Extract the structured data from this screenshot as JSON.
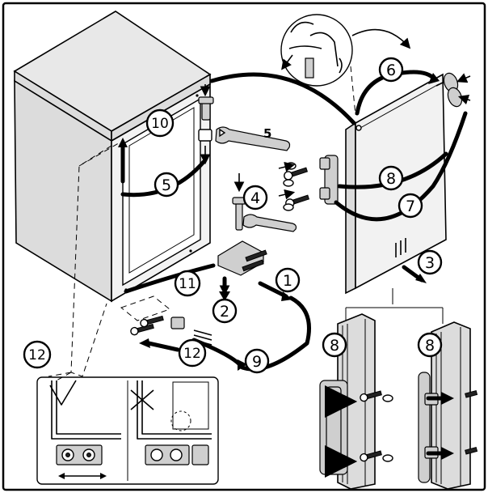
{
  "callouts": {
    "c1": "1",
    "c2": "2",
    "c3": "3",
    "c4": "4",
    "c5_cabinet": "5",
    "c6": "6",
    "c7": "7",
    "c8_door": "8",
    "c8_left": "8",
    "c8_right": "8",
    "c9": "9",
    "c10": "10",
    "c11": "11",
    "c12_inset": "12",
    "c12_bottom": "12"
  },
  "labels": {
    "wrench_label": "5"
  }
}
